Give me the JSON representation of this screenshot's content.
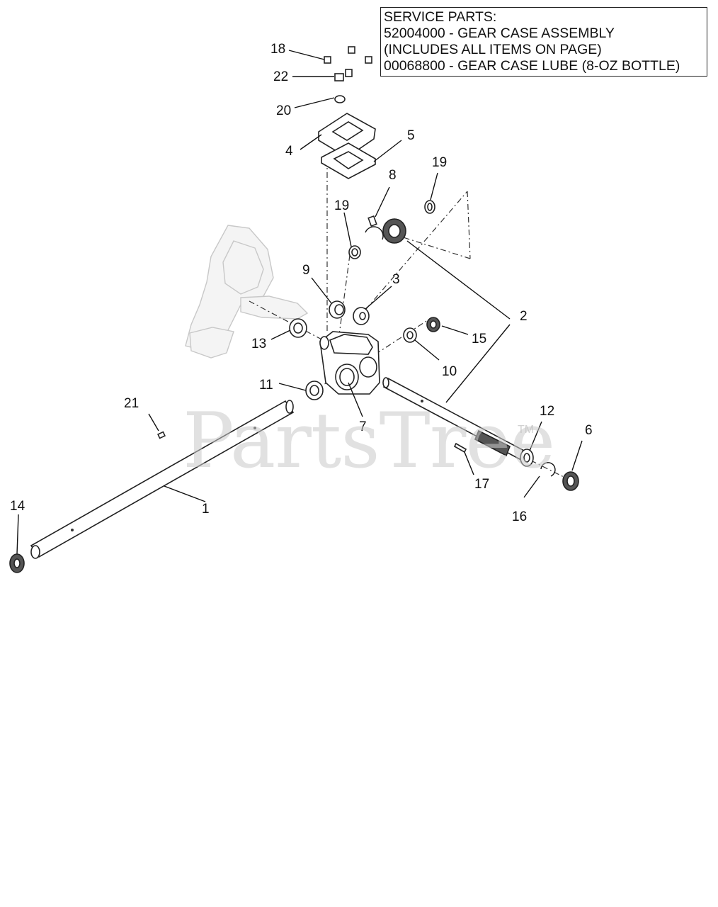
{
  "service_box": {
    "lines": [
      "SERVICE PARTS:",
      "52004000 - GEAR CASE ASSEMBLY",
      "(INCLUDES ALL ITEMS ON PAGE)",
      "00068800 - GEAR CASE LUBE (8-OZ BOTTLE)"
    ]
  },
  "watermark": {
    "text": "PartsTree",
    "tm": "TM"
  },
  "callouts": {
    "n1": "1",
    "n2": "2",
    "n3": "3",
    "n4": "4",
    "n5": "5",
    "n6": "6",
    "n7": "7",
    "n8": "8",
    "n9": "9",
    "n10": "10",
    "n11": "11",
    "n12": "12",
    "n13": "13",
    "n14": "14",
    "n15": "15",
    "n16": "16",
    "n17": "17",
    "n18": "18",
    "n19a": "19",
    "n19b": "19",
    "n20": "20",
    "n21": "21",
    "n22": "22"
  }
}
